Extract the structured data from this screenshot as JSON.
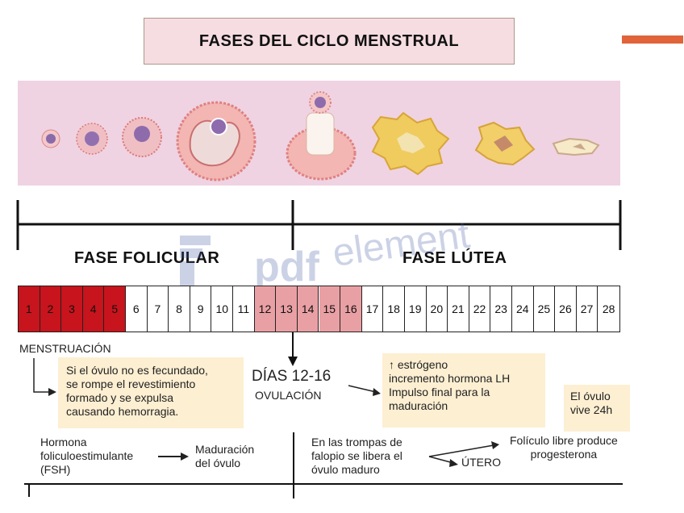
{
  "title": "FASES DEL CICLO MENSTRUAL",
  "phases": {
    "follicular": "FASE FOLICULAR",
    "luteal": "FASE LÚTEA"
  },
  "days": [
    "1",
    "2",
    "3",
    "4",
    "5",
    "6",
    "7",
    "8",
    "9",
    "10",
    "11",
    "12",
    "13",
    "14",
    "15",
    "16",
    "17",
    "18",
    "19",
    "20",
    "21",
    "22",
    "23",
    "24",
    "25",
    "26",
    "27",
    "28"
  ],
  "day_highlight": {
    "menstruation_days": [
      1,
      2,
      3,
      4,
      5
    ],
    "ovulation_days": [
      12,
      13,
      14,
      15,
      16
    ],
    "menstruation_color": "#c8141c",
    "ovulation_color": "#e9a0a4"
  },
  "labels": {
    "menstruation": "MENSTRUACIÓN",
    "days_range": "DÍAS 12-16",
    "ovulation": "OVULACIÓN",
    "fsh_line1": "Hormona",
    "fsh_line2": "foliculoestimulante",
    "fsh_line3": "(FSH)",
    "maturation_line1": "Maduración",
    "maturation_line2": "del óvulo",
    "tubes_line1": "En las trompas de",
    "tubes_line2": "falopio se libera el",
    "tubes_line3": "óvulo maduro",
    "uterus": "ÚTERO",
    "follicle_line1": "Folículo libre produce",
    "follicle_line2": "progesterona"
  },
  "notes": {
    "not_fertilized": [
      "Si el óvulo no es fecundado,",
      "se rompe el revestimiento",
      "formado y se expulsa",
      "causando hemorragia."
    ],
    "estrogen": [
      "↑ estrógeno",
      "incremento hormona LH",
      "Impulso final para la",
      "maduración"
    ],
    "ovum_lives": [
      "El óvulo",
      "vive 24h"
    ]
  },
  "watermark": {
    "part1": "pdf",
    "part2": "element"
  },
  "colors": {
    "title_bg": "#f6dde2",
    "strip_bg": "#efd3e2",
    "note_bg": "#fdefd2",
    "stamp": "#e0633a"
  }
}
